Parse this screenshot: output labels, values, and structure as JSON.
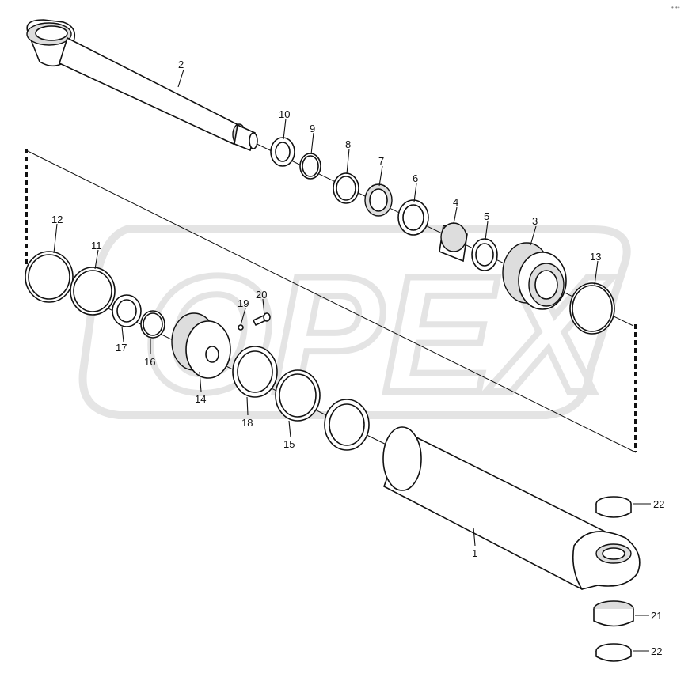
{
  "watermark": {
    "text": "OPEX",
    "color": "#d9d9d9"
  },
  "corner_mark": "• ••",
  "callouts": [
    {
      "id": "c1",
      "text": "1"
    },
    {
      "id": "c2",
      "text": "2"
    },
    {
      "id": "c3",
      "text": "3"
    },
    {
      "id": "c4",
      "text": "4"
    },
    {
      "id": "c5",
      "text": "5"
    },
    {
      "id": "c6",
      "text": "6"
    },
    {
      "id": "c7",
      "text": "7"
    },
    {
      "id": "c8",
      "text": "8"
    },
    {
      "id": "c9",
      "text": "9"
    },
    {
      "id": "c10",
      "text": "10"
    },
    {
      "id": "c11",
      "text": "11"
    },
    {
      "id": "c12",
      "text": "12"
    },
    {
      "id": "c13",
      "text": "13"
    },
    {
      "id": "c14",
      "text": "14"
    },
    {
      "id": "c15",
      "text": "15"
    },
    {
      "id": "c16",
      "text": "16"
    },
    {
      "id": "c17",
      "text": "17"
    },
    {
      "id": "c18",
      "text": "18"
    },
    {
      "id": "c19",
      "text": "19"
    },
    {
      "id": "c20",
      "text": "20"
    },
    {
      "id": "c21",
      "text": "21"
    },
    {
      "id": "c22a",
      "text": "22"
    },
    {
      "id": "c22b",
      "text": "22"
    }
  ]
}
